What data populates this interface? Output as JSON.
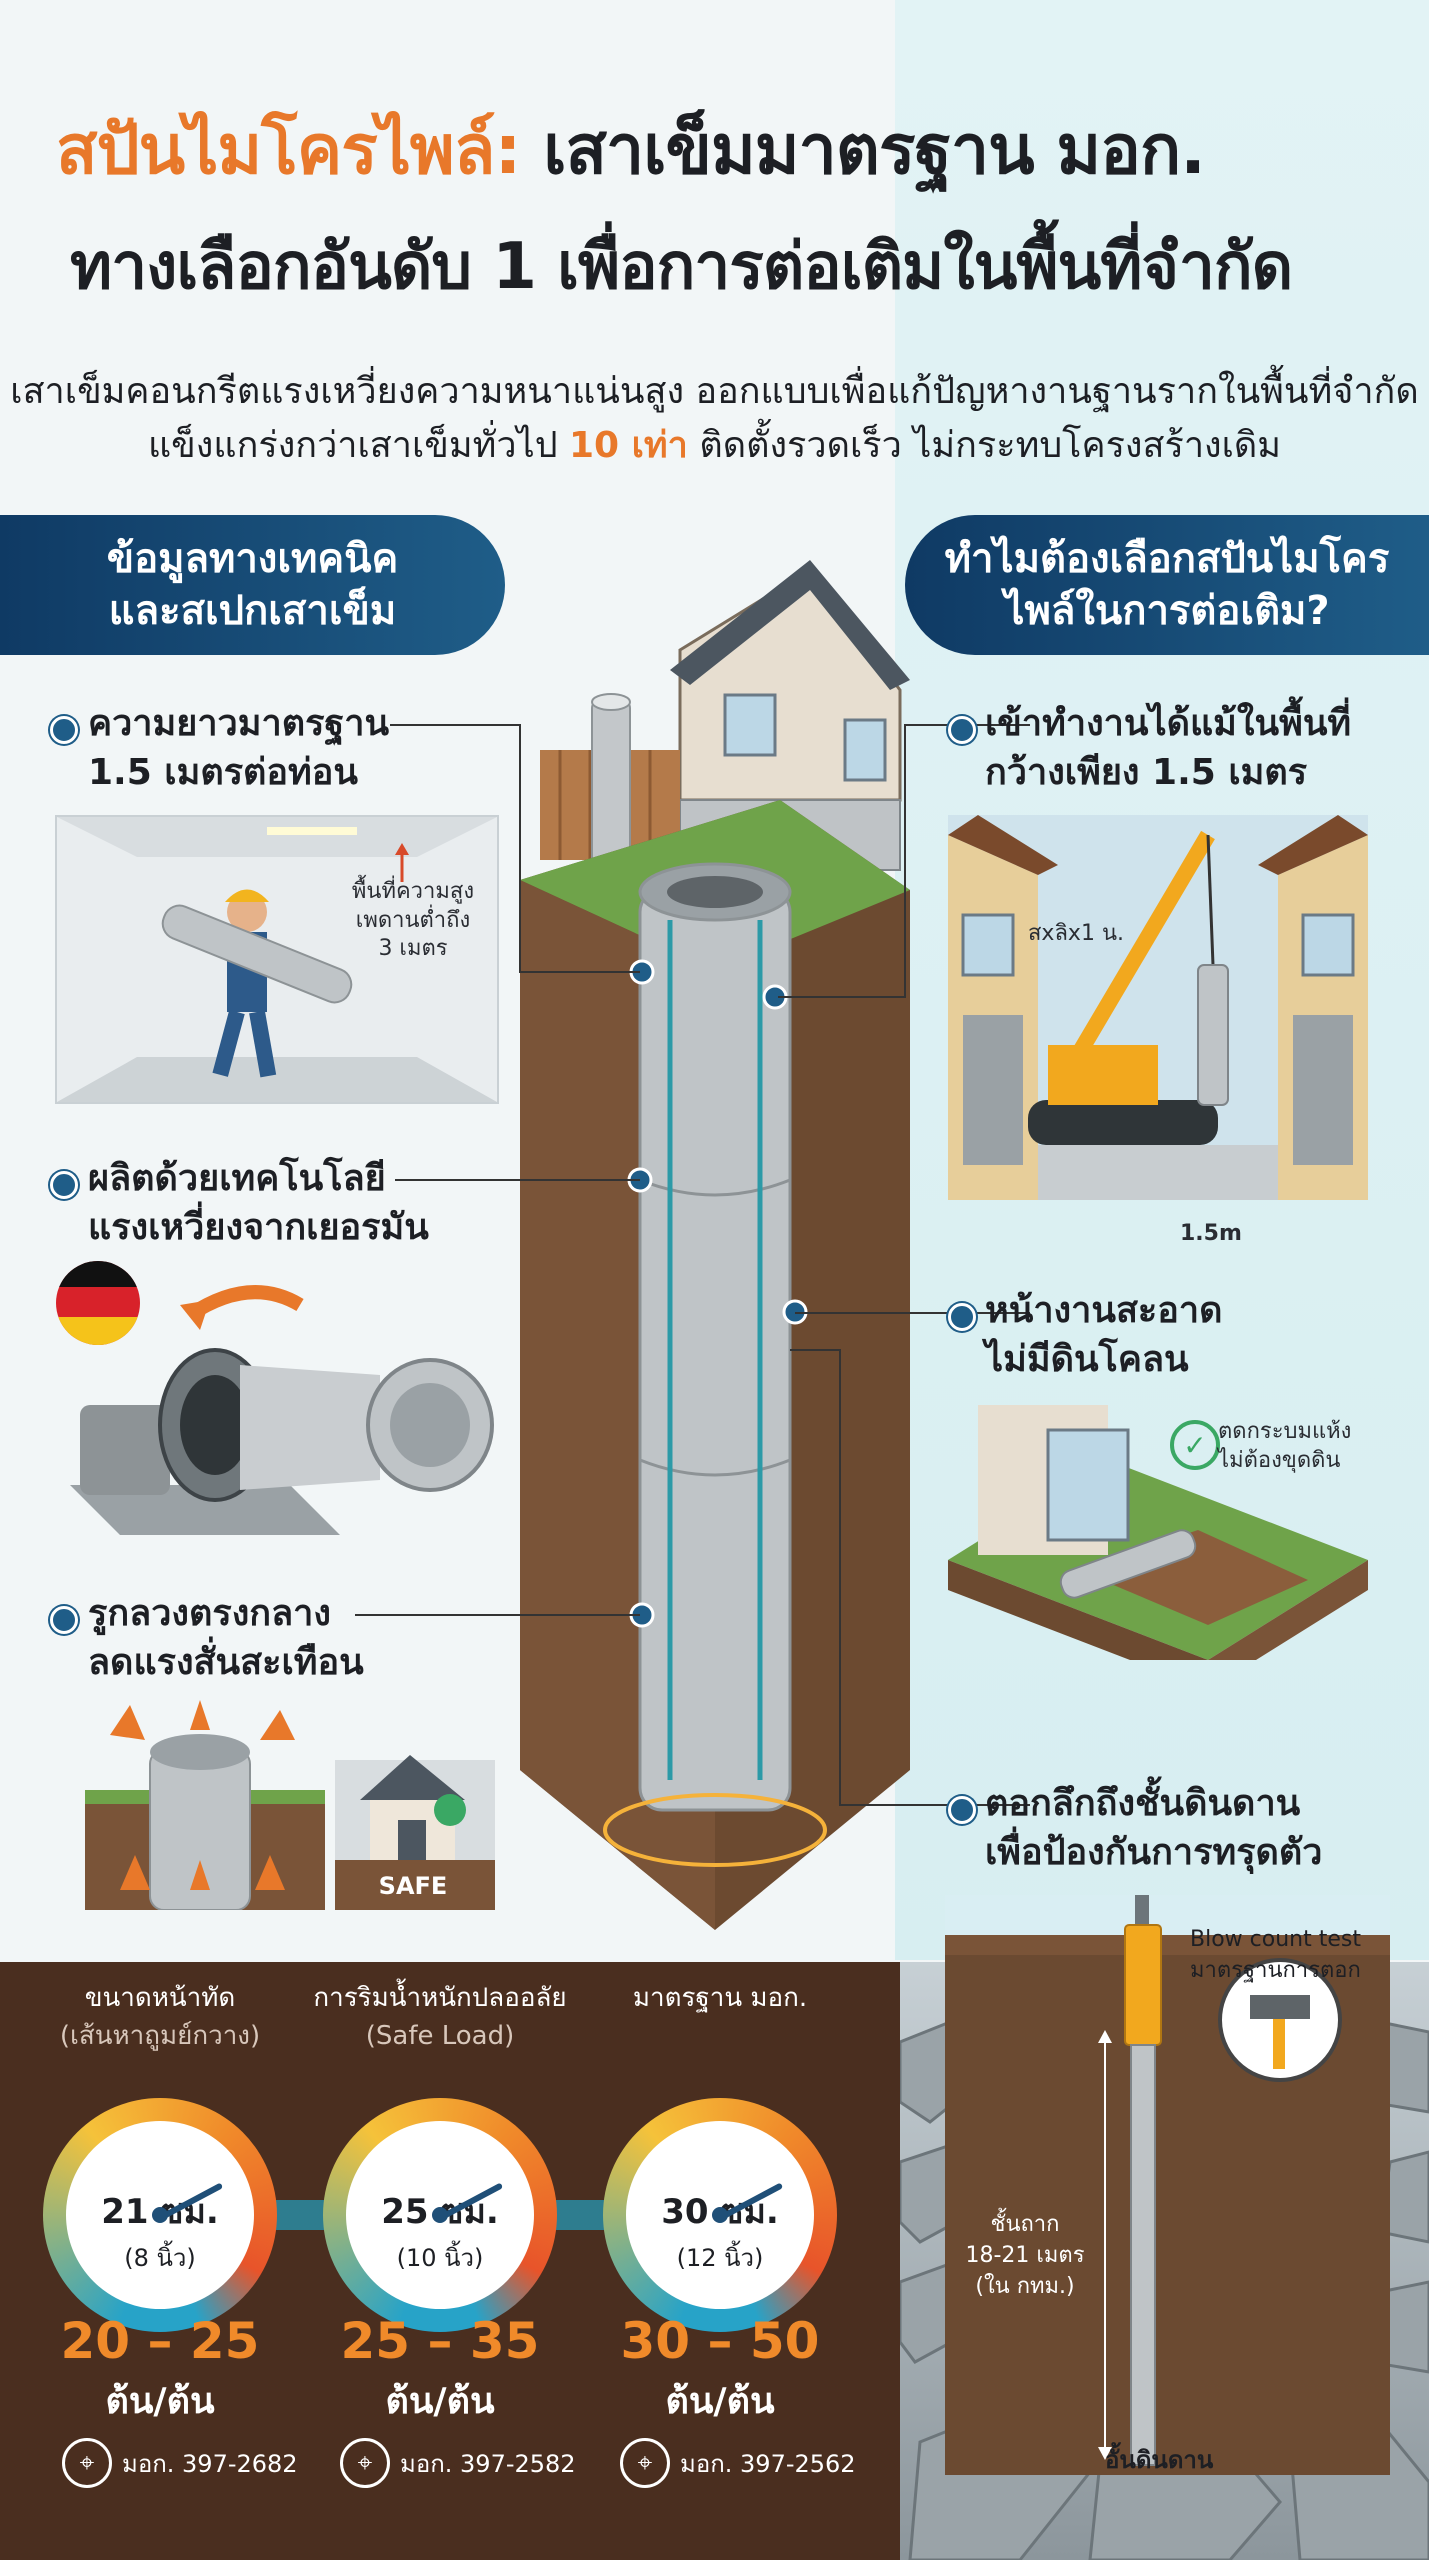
{
  "title": {
    "line1_orange": "สปันไมโครไพล์:",
    "line1_dark": "เสาเข็มมาตรฐาน มอก.",
    "line2": "ทางเลือกอันดับ 1 เพื่อการต่อเติมในพื้นที่จำกัด"
  },
  "subtitle": {
    "line1": "เสาเข็มคอนกรีตแรงเหวี่ยงความหนาแน่นสูง ออกแบบเพื่อแก้ปัญหางานฐานรากในพื้นที่จำกัด",
    "line2_a": "แข็งแกร่งกว่าเสาเข็มทั่วไป",
    "line2_hl": "10 เท่า",
    "line2_b": "ติดตั้งรวดเร็ว ไม่กระทบโครงสร้างเดิม"
  },
  "left_banner": {
    "line1": "ข้อมูลทางเทคนิค",
    "line2": "และสเปกเสาเข็ม"
  },
  "right_banner": {
    "line1": "ทำไมต้องเลือกสปันไมโคร",
    "line2": "ไพล์ในการต่อเติม?"
  },
  "left_features": [
    {
      "line1": "ความยาวมาตรฐาน",
      "line2": "1.5 เมตรต่อท่อน"
    },
    {
      "line1": "ผลิตด้วยเทคโนโลยี",
      "line2": "แรงเหวี่ยงจากเยอรมัน"
    },
    {
      "line1": "รูกลวงตรงกลาง",
      "line2": "ลดแรงสั่นสะเทือน"
    }
  ],
  "ceiling_note": {
    "line1": "พื้นที่ความสูง",
    "line2": "เพดานต่ำถึง",
    "line3": "3 เมตร"
  },
  "safe_label": "SAFE",
  "right_features": [
    {
      "line1": "เข้าทำงานได้แม้ในพื้นที่",
      "line2": "กว้างเพียง 1.5 เมตร"
    },
    {
      "line1": "หน้างานสะอาด",
      "line2": "ไม่มีดินโคลน"
    },
    {
      "line1": "ตอกลึกถึงชั้นดินดาน",
      "line2": "เพื่อป้องกันการทรุดตัว"
    }
  ],
  "crane_note": "สxลิx1 น.",
  "width_label": "1.5m",
  "clean_note": {
    "line1": "ตดกระบมแห้ง",
    "line2": "ไม่ต้องขุดดิน"
  },
  "blow_test": {
    "line1": "Blow count test",
    "line2": "มาตรฐานการตอก"
  },
  "depth_note": {
    "line1": "ชั้นถาก",
    "line2": "18-21 เมตร",
    "line3": "(ใน กทม.)"
  },
  "hard_layer": "อั้นดินดาน",
  "gauges": [
    {
      "label1": "ขนาดหน้าทัด",
      "label2": "(เส้นหาถูมย์กวาง)",
      "main": "21 ซม.",
      "sub": "(8 นิ้ว)",
      "range": "20 – 25",
      "unit": "ต้น/ต้น",
      "std": "มอก. 397-2682"
    },
    {
      "label1": "การริมน้ำหนักปลออลัย",
      "label2": "(Safe Load)",
      "main": "25 ซม.",
      "sub": "(10 นิ้ว)",
      "range": "25 – 35",
      "unit": "ต้น/ต้น",
      "std": "มอก. 397-2582"
    },
    {
      "label1": "มาตรฐาน มอก.",
      "label2": "",
      "main": "30 ซม.",
      "sub": "(12 นิ้ว)",
      "range": "30 – 50",
      "unit": "ต้น/ต้น",
      "std": "มอก. 397-2562"
    }
  ],
  "colors": {
    "orange": "#e8782a",
    "navy": "#0f3a64",
    "brown_panel": "#4a2e1f"
  }
}
